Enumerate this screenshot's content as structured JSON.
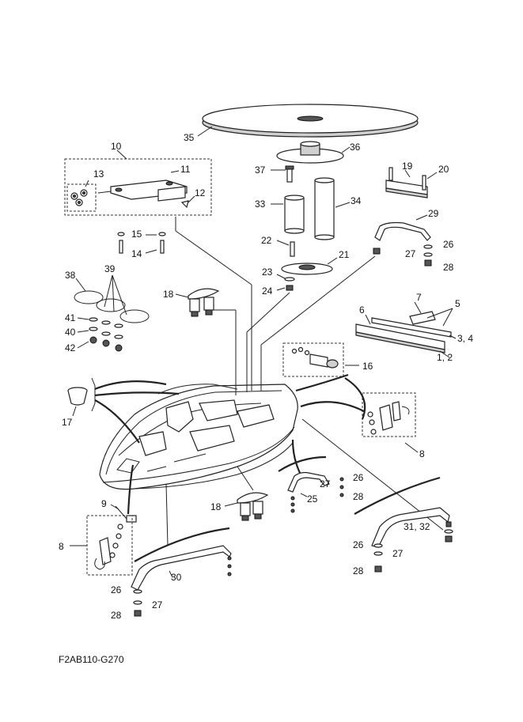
{
  "diagram_code": "F2AB110-G270",
  "labels": {
    "l1_2": "1, 2",
    "l3_4": "3, 4",
    "l5": "5",
    "l6": "6",
    "l7": "7",
    "l8a": "8",
    "l8b": "8",
    "l9": "9",
    "l10": "10",
    "l11": "11",
    "l12": "12",
    "l13": "13",
    "l14": "14",
    "l15": "15",
    "l16": "16",
    "l17": "17",
    "l18a": "18",
    "l18b": "18",
    "l19": "19",
    "l20": "20",
    "l21": "21",
    "l22": "22",
    "l23": "23",
    "l24": "24",
    "l25": "25",
    "l26a": "26",
    "l26b": "26",
    "l26c": "26",
    "l26d": "26",
    "l27a": "27",
    "l27b": "27",
    "l27c": "27",
    "l27d": "27",
    "l28a": "28",
    "l28b": "28",
    "l28c": "28",
    "l28d": "28",
    "l29": "29",
    "l30": "30",
    "l31_32": "31, 32",
    "l33": "33",
    "l34": "34",
    "l35": "35",
    "l36": "36",
    "l37": "37",
    "l38": "38",
    "l39": "39",
    "l40": "40",
    "l41": "41",
    "l42": "42"
  }
}
